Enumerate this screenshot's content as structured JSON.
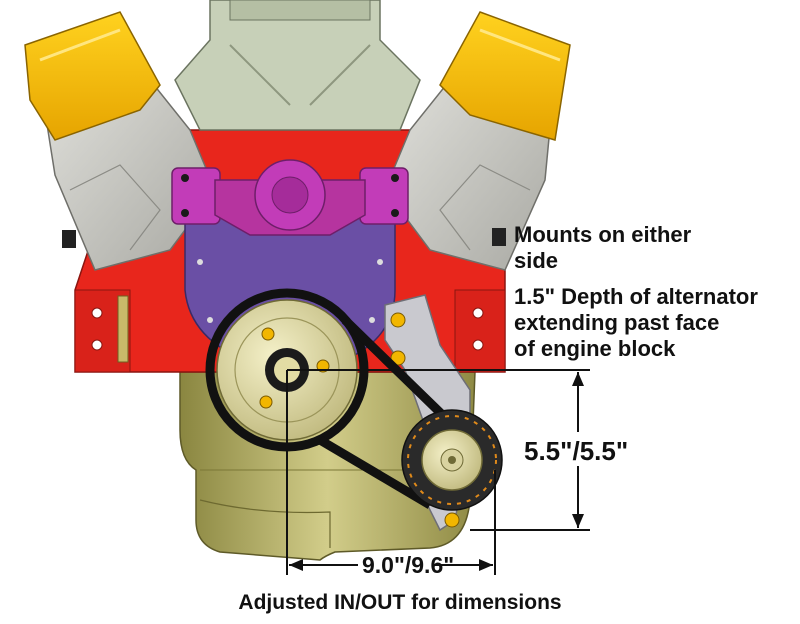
{
  "callouts": {
    "mounts": {
      "line1": "Mounts on either",
      "line2": "side"
    },
    "depth": {
      "line1": "1.5\" Depth of alternator",
      "line2": "extending past face",
      "line3": "of engine block"
    }
  },
  "dimensions": {
    "vertical": "5.5\"/5.5\"",
    "horizontal": "9.0\"/9.6\""
  },
  "footer": "Adjusted IN/OUT for dimensions",
  "colors": {
    "block": "#e8261c",
    "heads": "#c9c9c3",
    "valve_covers": "#f7b800",
    "intake": "#c7d0b8",
    "timing_cover": "#6a4fa5",
    "water_pump": "#c23cb8",
    "oil_pan": "#b6b06a",
    "pulley": "#e2dca4",
    "bracket": "#c9c9cf",
    "alternator": "#2a2a2a"
  }
}
